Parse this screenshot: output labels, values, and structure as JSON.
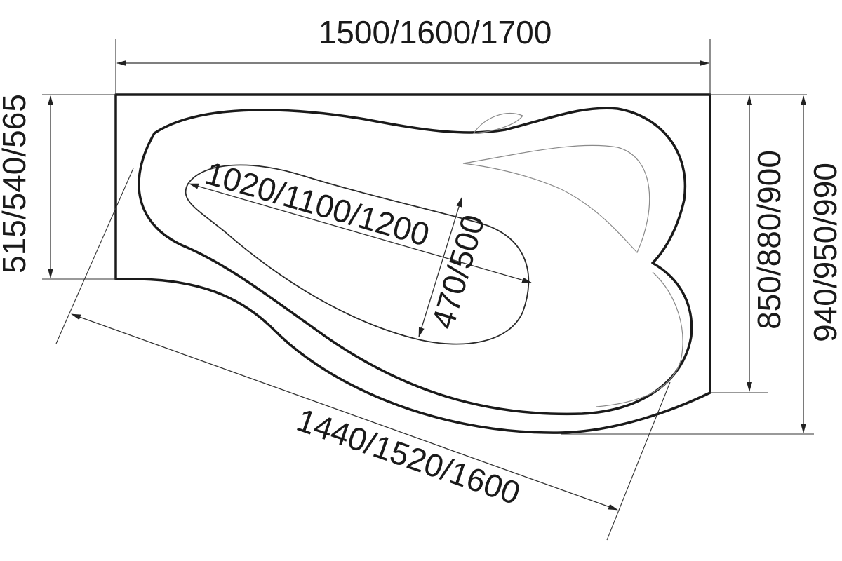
{
  "dimensions": {
    "overall_length": "1500/1600/1700",
    "left_height": "515/540/565",
    "right_inner_height": "850/880/900",
    "right_outer_height": "940/950/990",
    "basin_length": "1020/1100/1200",
    "basin_width": "470/500",
    "front_length": "1440/1520/1600"
  },
  "colors": {
    "line": "#1a1a1a",
    "background": "#ffffff"
  }
}
